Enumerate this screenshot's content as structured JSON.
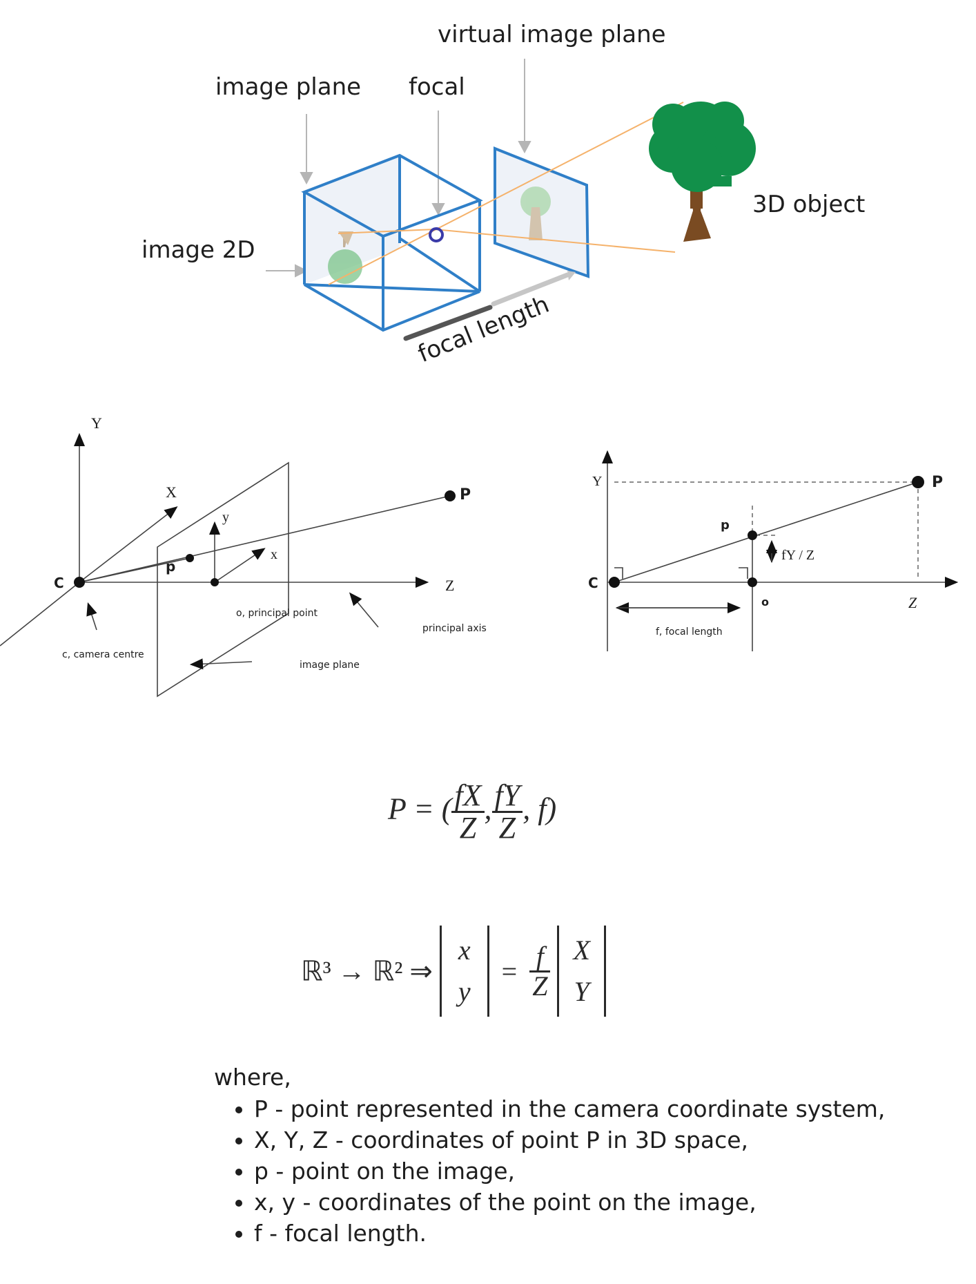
{
  "camera_diagram": {
    "virtual_image_plane": "virtual image plane",
    "image_plane": "image plane",
    "focal": "focal",
    "image_2d": "image 2D",
    "object_3d": "3D object",
    "focal_length": "focal length"
  },
  "pinhole_diagram": {
    "axis_y": "Y",
    "axis_x": "X",
    "axis_z": "Z",
    "camera_c": "C",
    "point_p_upper": "P",
    "point_p_lower": "p",
    "img_y": "y",
    "img_x": "x",
    "principal_point": "o, principal point",
    "camera_centre": "c, camera centre",
    "image_plane": "image plane",
    "principal_axis": "principal axis"
  },
  "side_diagram": {
    "axis_y": "Y",
    "camera_c": "C",
    "point_P": "P",
    "point_p": "p",
    "fy_over_z": "fY / Z",
    "point_o": "o",
    "axis_z": "Z",
    "focal_length": "f, focal length"
  },
  "equations": {
    "p_lhs": "P = (",
    "f1_num": "fX",
    "f1_den": "Z",
    "comma1": ",",
    "f2_num": "fY",
    "f2_den": "Z",
    "tail": ", f)",
    "map_lhs": "ℝ³ → ℝ² ⇒",
    "vec_top": "x",
    "vec_bot": "y",
    "eq_sign": "=",
    "scale_num": "f",
    "scale_den": "Z",
    "vec2_top": "X",
    "vec2_bot": "Y"
  },
  "legend": {
    "intro": "where,",
    "items": [
      "P - point represented in the camera coordinate system,",
      "X, Y, Z - coordinates of point P in 3D space,",
      "p - point on the image,",
      "x, y - coordinates of the point on the image,",
      "f - focal length."
    ]
  },
  "colors": {
    "frame_blue": "#2f7fc8",
    "ray_orange": "#f5b26b",
    "tree_green": "#12904a",
    "trunk_brown": "#7a4b22",
    "focal_ring": "#3a3aa8"
  }
}
